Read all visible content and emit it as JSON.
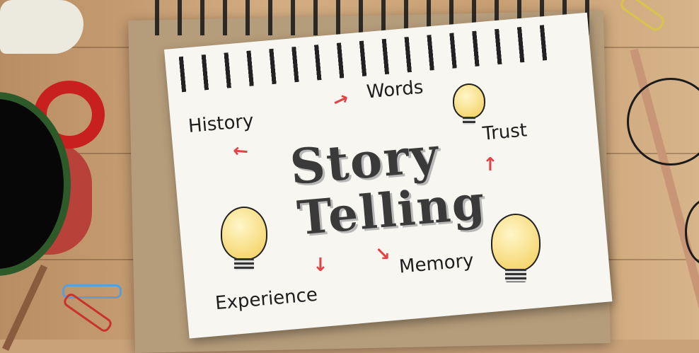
{
  "scene": {
    "description": "Top-down photo of a spiral notebook on a wooden desk with a storytelling mind-map sketch",
    "background": "wooden desk",
    "colors": {
      "desk": "#c9a27a",
      "paper": "#f7f6f1",
      "board": "#b59c7a",
      "arrow_red": "#e04446",
      "bulb_yellow": "#f3cd57",
      "mug_red": "#c8201e",
      "mug_rim_green": "#2e5a2a"
    }
  },
  "notebook": {
    "title_line1": "Story",
    "title_line2": "Telling",
    "words": {
      "history": "History",
      "words": "Words",
      "trust": "Trust",
      "memory": "Memory",
      "experience": "Experience"
    }
  },
  "props": [
    "coffee mug",
    "crumpled paper",
    "paper clips",
    "pencils",
    "eyeglasses",
    "small spiral notepad"
  ]
}
